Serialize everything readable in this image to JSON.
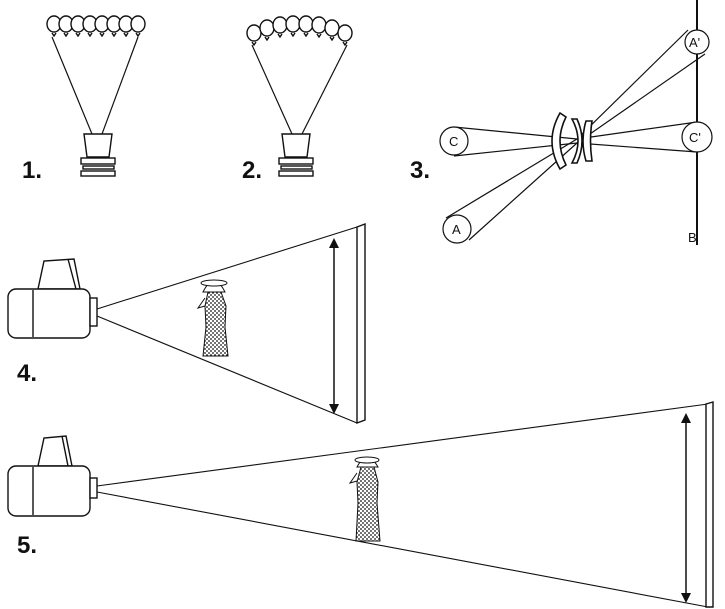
{
  "figure_labels": {
    "fig1": "1.",
    "fig2": "2.",
    "fig3": "3.",
    "fig4": "4.",
    "fig5": "5."
  },
  "lens_diagram": {
    "point_c": "C",
    "point_c_prime": "C'",
    "point_a": "A",
    "point_a_prime": "A'",
    "plane_b": "B"
  },
  "colors": {
    "ink": "#111111",
    "paper": "#ffffff"
  }
}
